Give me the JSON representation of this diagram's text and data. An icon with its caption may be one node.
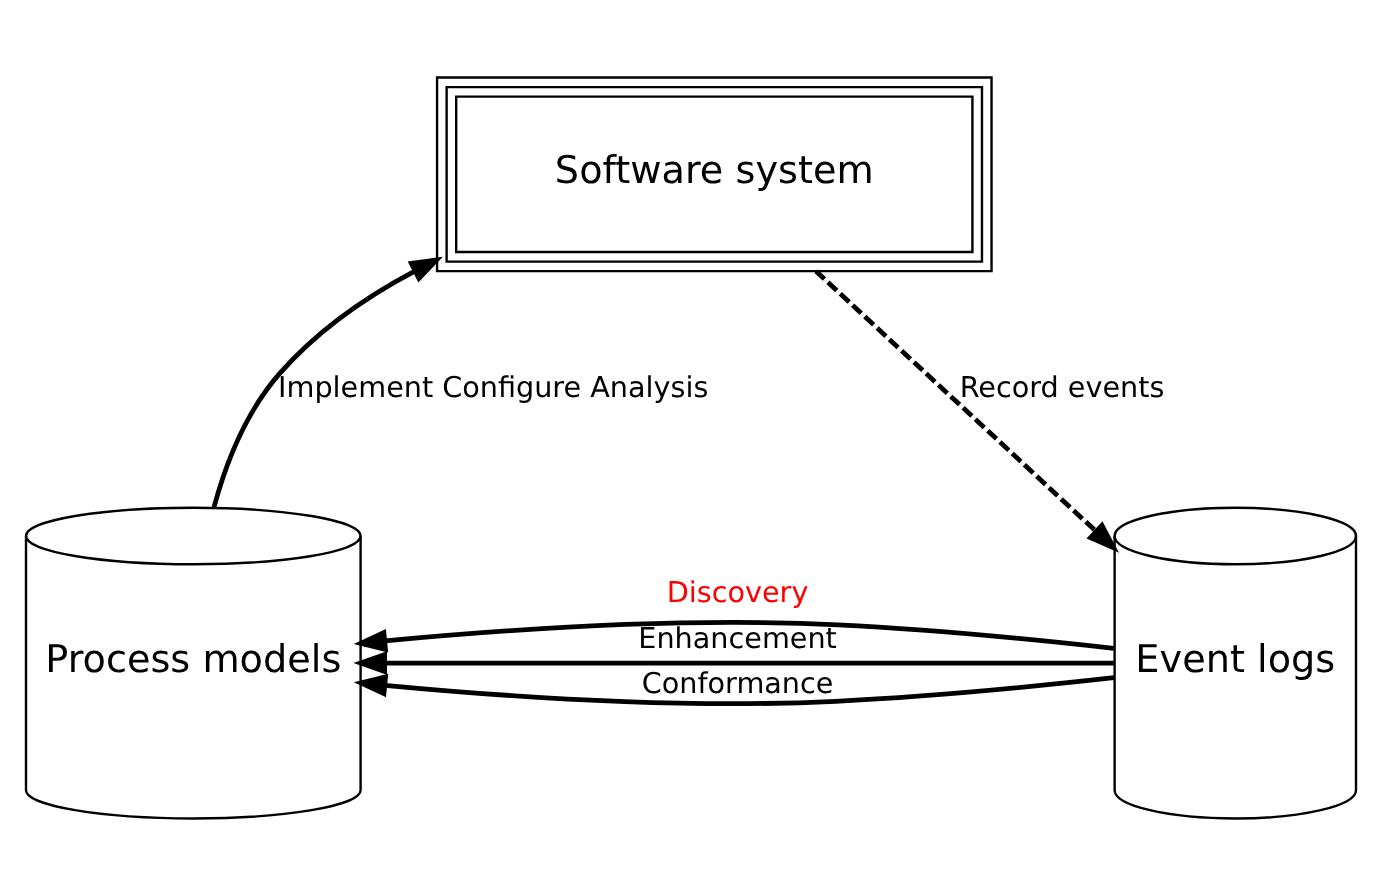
{
  "diagram": {
    "nodes": [
      {
        "text": [
          "Software system"
        ]
      },
      {
        "text": [
          "Process models"
        ]
      },
      {
        "text": [
          "Event logs"
        ]
      }
    ],
    "edges": [
      {
        "from": 1,
        "to": 0,
        "arrow": "to",
        "label": "Implement Configure Analysis"
      },
      {
        "from": 0,
        "to": 2,
        "arrow": "to",
        "label": "Record events",
        "style": "dashed"
      },
      {
        "from": 2,
        "to": 1,
        "arrow": "to",
        "label": "Discovery"
      },
      {
        "from": 2,
        "to": 1,
        "arrow": "to",
        "label": "Conformance"
      },
      {
        "from": 2,
        "to": 1,
        "arrow": "to",
        "label": "Enhancement"
      }
    ]
  }
}
